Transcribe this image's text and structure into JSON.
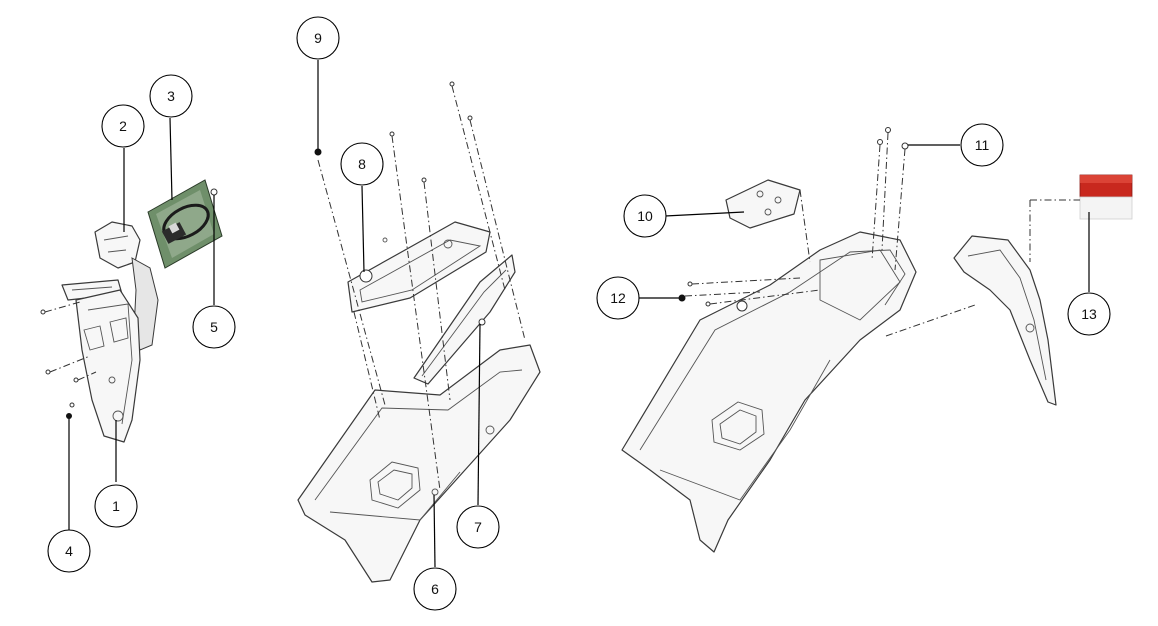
{
  "callouts": [
    {
      "id": "1",
      "label": "1"
    },
    {
      "id": "2",
      "label": "2"
    },
    {
      "id": "3",
      "label": "3"
    },
    {
      "id": "4",
      "label": "4"
    },
    {
      "id": "5",
      "label": "5"
    },
    {
      "id": "6",
      "label": "6"
    },
    {
      "id": "7",
      "label": "7"
    },
    {
      "id": "8",
      "label": "8"
    },
    {
      "id": "9",
      "label": "9"
    },
    {
      "id": "10",
      "label": "10"
    },
    {
      "id": "11",
      "label": "11"
    },
    {
      "id": "12",
      "label": "12"
    },
    {
      "id": "13",
      "label": "13"
    }
  ],
  "colors": {
    "line": "#000000",
    "part_fill": "#f7f7f7",
    "part_stroke": "#3a3a3a",
    "reflector_red": "#c8281e",
    "photo_green": "#6f8f6a"
  }
}
